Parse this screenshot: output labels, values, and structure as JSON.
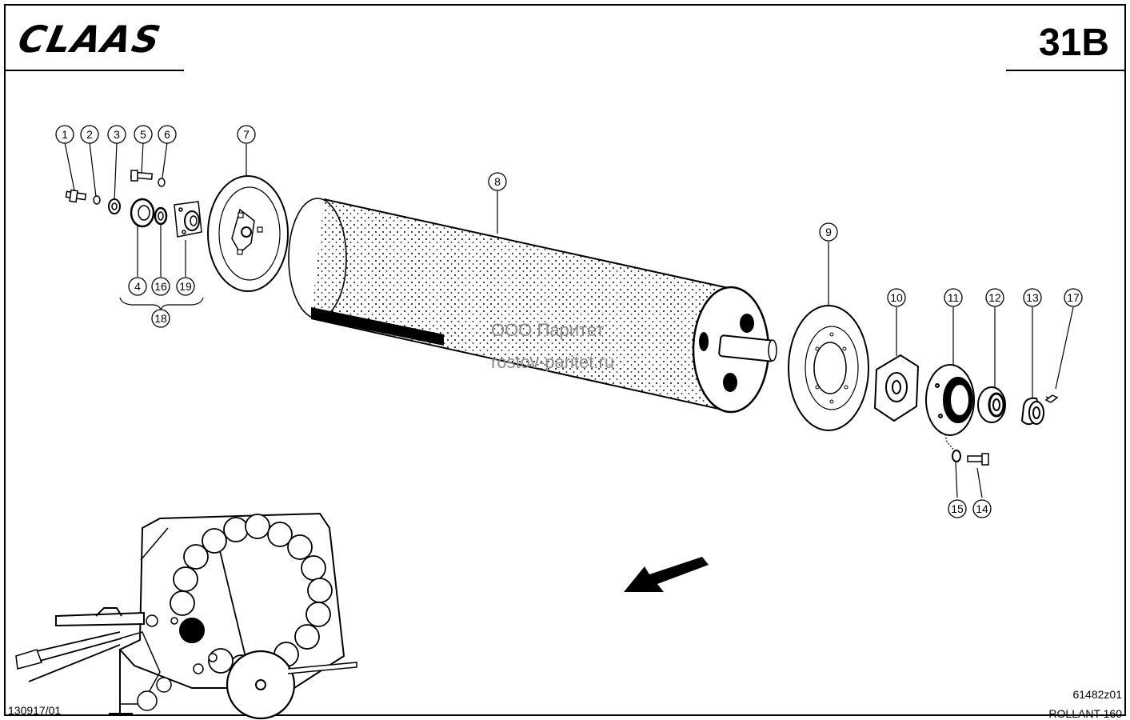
{
  "header": {
    "brand": "CLAAS",
    "page_number": "31B"
  },
  "callouts": [
    "1",
    "2",
    "3",
    "5",
    "6",
    "7",
    "8",
    "4",
    "16",
    "19",
    "18",
    "9",
    "10",
    "11",
    "12",
    "13",
    "17",
    "15",
    "14"
  ],
  "watermark": {
    "line1": "ООО Паритет",
    "line2": "rostov-paritet.ru"
  },
  "footer": {
    "drawing_id": "130917/01",
    "ref_code": "61482z01",
    "model": "ROLLANT 160"
  }
}
